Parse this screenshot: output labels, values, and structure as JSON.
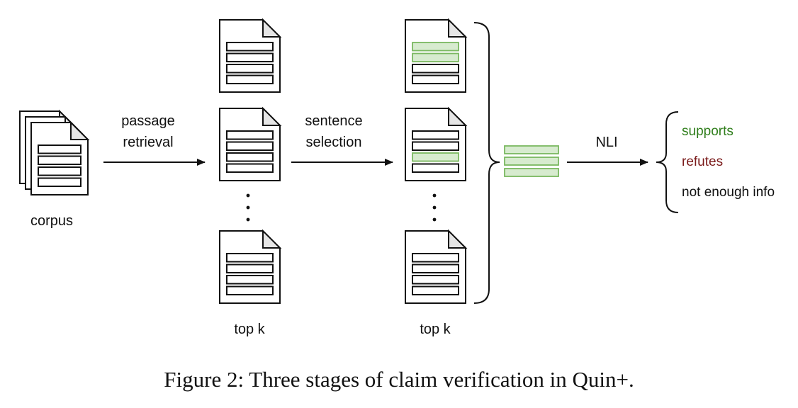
{
  "labels": {
    "corpus": "corpus",
    "passage_retrieval_line1": "passage",
    "passage_retrieval_line2": "retrieval",
    "sentence_selection_line1": "sentence",
    "sentence_selection_line2": "selection",
    "top_k_1": "top k",
    "top_k_2": "top k",
    "nli": "NLI"
  },
  "outcomes": [
    {
      "label": "supports",
      "color": "#2e7d1a"
    },
    {
      "label": "refutes",
      "color": "#7a1a1a"
    },
    {
      "label": "not enough info",
      "color": "#111111"
    }
  ],
  "caption": "Figure 2: Three stages of claim verification in Quin+.",
  "colors": {
    "stroke": "#111111",
    "highlight_fill": "#d7ebcf",
    "highlight_stroke": "#7ab860",
    "fold_fill": "#e6e6e6"
  }
}
